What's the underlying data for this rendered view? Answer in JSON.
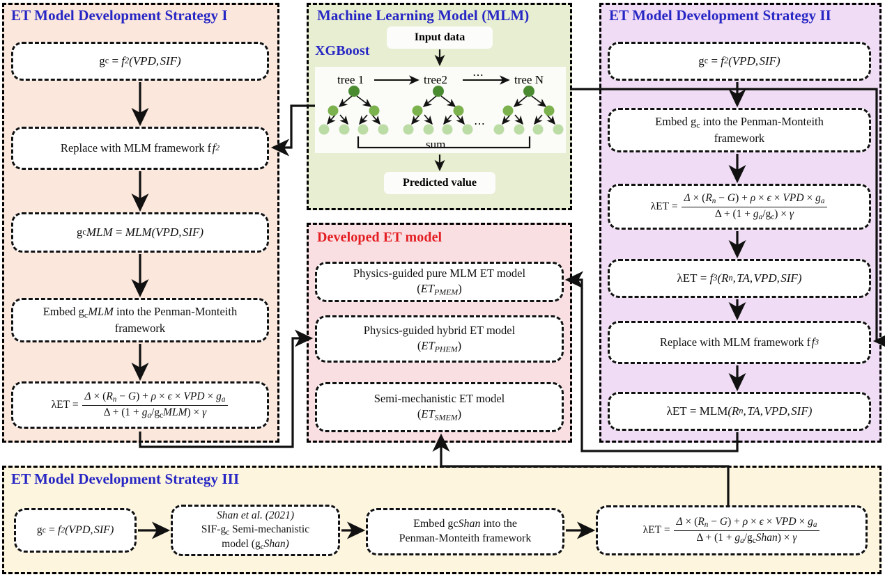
{
  "panels": {
    "strategy1": {
      "title": "ET Model Development Strategy I",
      "bg": "#fbe7dc",
      "title_color": "#2626c4"
    },
    "mlm": {
      "title": "Machine Learning Model (MLM)",
      "subtitle": "XGBoost",
      "bg": "#e8eed2",
      "title_color": "#2626c4"
    },
    "strategy2": {
      "title": "ET Model Development Strategy II",
      "bg": "#f0dcf4",
      "title_color": "#2626c4"
    },
    "developed": {
      "title": "Developed ET model",
      "bg": "#fadfe2",
      "title_color": "#e31f23"
    },
    "strategy3": {
      "title": "ET Model Development Strategy III",
      "bg": "#fdf5dd",
      "title_color": "#2626c4"
    }
  },
  "strategy1_steps": {
    "step1_plain": "g_c = f_2(VPD, SIF)",
    "step2": "Replace with MLM framework f",
    "step2_sub": "2",
    "step3_plain": "g_cMLM = MLM(VPD, SIF)",
    "step4_line1": "Embed g",
    "step4_sub": "c",
    "step4_italic": "MLM",
    "step4_line1b": " into the Penman-Monteith",
    "step4_line2": "framework",
    "step5_plain": "λET = [Δ×(R_n − G) + ρ×ϵ×VPD×g_a] / [Δ + (1 + g_a/g_cMLM)×γ]"
  },
  "mlm_nodes": {
    "input": "Input data",
    "output": "Predicted value",
    "tree1": "tree 1",
    "tree2": "tree2",
    "treeN": "tree N",
    "sum": "sum",
    "ellipsis": "⋯",
    "node_dark": "#4a8b32",
    "node_mid": "#7cb24e",
    "node_light": "#bcdca6"
  },
  "strategy2_steps": {
    "step1_plain": "g_c = f_2(VPD, SIF)",
    "step2_line1": "Embed g",
    "step2_sub": "c",
    "step2_line1b": " into the Penman-Monteith",
    "step2_line2": "framework",
    "step3_plain": "λET = [Δ×(R_n − G) + ρ×ϵ×VPD×g_a] / [Δ + (1 + g_a/g_c)×γ]",
    "step4_plain": "λET = f_3(R_n, TA, VPD, SIF)",
    "step5": "Replace with MLM framework f",
    "step5_sub": "3",
    "step6_plain": "λET = MLM(R_n, TA, VPD, SIF)"
  },
  "developed_models": [
    {
      "line1": "Physics-guided pure MLM ET model",
      "line2_pre": "ET",
      "line2_sub": "PMEM"
    },
    {
      "line1": "Physics-guided hybrid ET model",
      "line2_pre": "ET",
      "line2_sub": "PHEM"
    },
    {
      "line1": "Semi-mechanistic ET model",
      "line2_pre": "ET",
      "line2_sub": "SMEM"
    }
  ],
  "strategy3_steps": {
    "step1_plain": "g_c = f_2(VPD, SIF)",
    "step2_line1": "Shan et al. (2021)",
    "step2_line2a": "SIF-g",
    "step2_line2sub": "c",
    "step2_line2b": " Semi-mechanistic",
    "step2_line3a": "model (g",
    "step2_line3sub": "c",
    "step2_line3b": "Shan)",
    "step3_line1a": "Embed gc",
    "step3_line1b": "Shan",
    "step3_line1c": " into the",
    "step3_line2": "Penman-Monteith framework",
    "step4_plain": "λET = [Δ×(R_n − G) + ρ×ϵ×VPD×g_a] / [Δ + (1 + g_a/g_cShan)×γ]"
  },
  "formula_tokens": {
    "lambdaET": "λET",
    "equals": "=",
    "Delta_italic": "Δ",
    "Delta_upright": "Δ",
    "times": "×",
    "minus": "−",
    "plus": "+",
    "rho": "ρ",
    "epsilon": "ϵ",
    "gamma": "γ",
    "VPD": "VPD",
    "SIF": "SIF",
    "TA": "TA",
    "G": "G",
    "R": "R",
    "n": "n",
    "g": "g",
    "a": "a",
    "c": "c",
    "MLM": "MLM",
    "Shan": "Shan",
    "f": "f",
    "one": "1",
    "two": "2",
    "three": "3",
    "lparen": "(",
    "rparen": ")",
    "slash": "/",
    "comma": ","
  },
  "colors": {
    "stroke": "#111111",
    "panel_border": "#000000",
    "blue_title": "#2626c4",
    "red_title": "#e31f23"
  }
}
